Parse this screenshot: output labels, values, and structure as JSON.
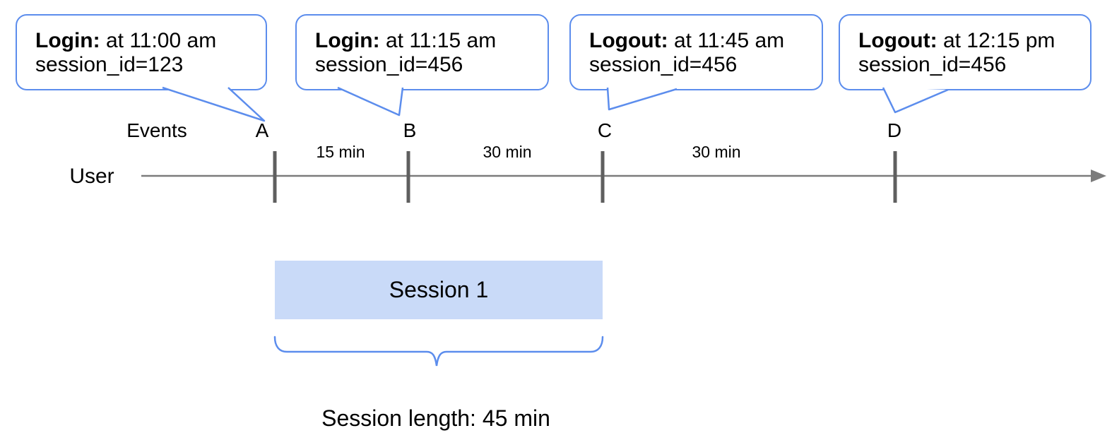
{
  "diagram": {
    "title_hint": "User login/logout session timeline",
    "callouts": [
      {
        "event": "Login:",
        "detail": " at 11:00 am",
        "session": "session_id=123"
      },
      {
        "event": "Login:",
        "detail": " at 11:15 am",
        "session": "session_id=456"
      },
      {
        "event": "Logout:",
        "detail": " at 11:45 am",
        "session": "session_id=456"
      },
      {
        "event": "Logout:",
        "detail": " at 12:15 pm",
        "session": "session_id=456"
      }
    ],
    "timeline": {
      "events_label": "Events",
      "axis_label": "User",
      "markers": [
        "A",
        "B",
        "C",
        "D"
      ],
      "intervals": [
        "15 min",
        "30 min",
        "30 min"
      ]
    },
    "session": {
      "label": "Session 1",
      "length_label": "Session length: 45 min"
    },
    "colors": {
      "accent_blue": "#5c8ded",
      "session_fill": "#c9daf8",
      "axis_gray": "#7b7b7b",
      "tick_gray": "#5f5f5f"
    }
  }
}
